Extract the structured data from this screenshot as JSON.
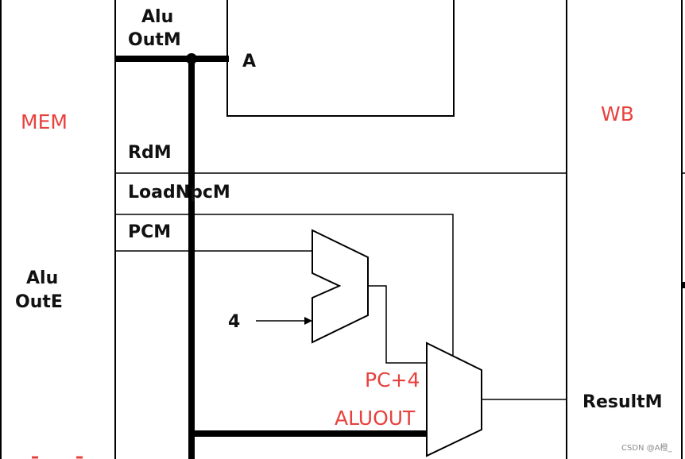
{
  "stage_labels": {
    "mem": "MEM",
    "wb": "WB"
  },
  "signals": {
    "alu_out_m_line1": "Alu",
    "alu_out_m_line2": "OutM",
    "a_port": "A",
    "rd_m": "RdM",
    "load_npc_m": "LoadNpcM",
    "pcm": "PCM",
    "alu_out_e_line1": "Alu",
    "alu_out_e_line2": "OutE",
    "const_four": "4",
    "result_m": "ResultM"
  },
  "annotations": {
    "pc_plus_4": "PC+4",
    "aluout": "ALUOUT"
  },
  "watermark": "CSDN @A橙_",
  "colors": {
    "wire": "#000000",
    "annotation": "#e8413c",
    "background": "#ffffff",
    "watermark": "#8a8a8a"
  }
}
